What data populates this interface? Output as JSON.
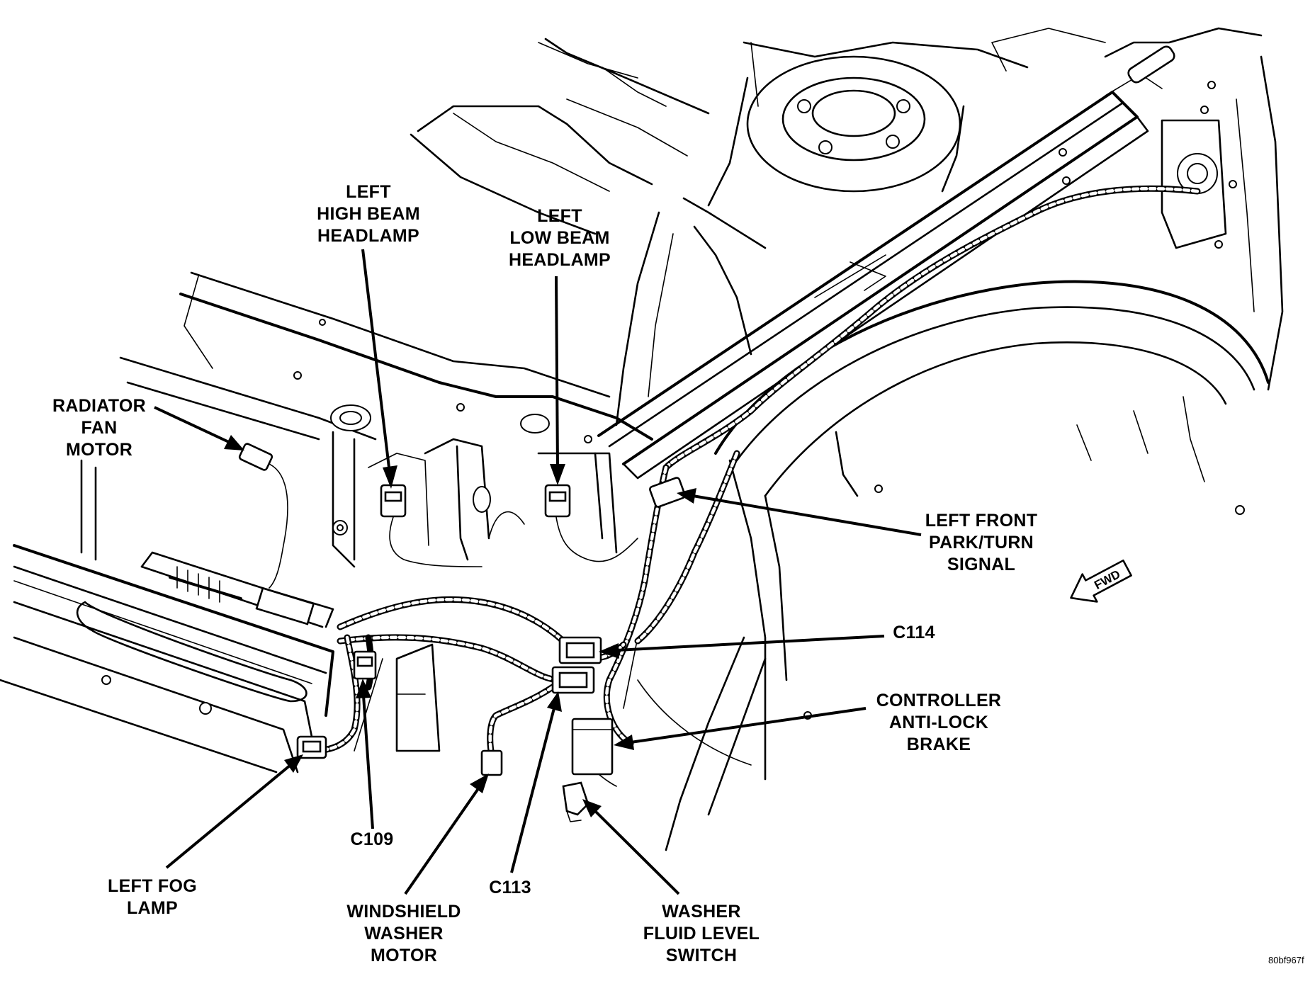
{
  "diagram": {
    "labels": {
      "left_high_beam_headlamp": [
        "LEFT",
        "HIGH BEAM",
        "HEADLAMP"
      ],
      "left_low_beam_headlamp": [
        "LEFT",
        "LOW BEAM",
        "HEADLAMP"
      ],
      "radiator_fan_motor": [
        "RADIATOR",
        "FAN",
        "MOTOR"
      ],
      "left_front_park_turn_signal": [
        "LEFT FRONT",
        "PARK/TURN",
        "SIGNAL"
      ],
      "c114": "C114",
      "controller_anti_lock_brake": [
        "CONTROLLER",
        "ANTI-LOCK",
        "BRAKE"
      ],
      "c109": "C109",
      "left_fog_lamp": [
        "LEFT FOG",
        "LAMP"
      ],
      "windshield_washer_motor": [
        "WINDSHIELD",
        "WASHER",
        "MOTOR"
      ],
      "c113": "C113",
      "washer_fluid_level_switch": [
        "WASHER",
        "FLUID LEVEL",
        "SWITCH"
      ]
    },
    "fwd_marker": "FWD",
    "figure_code": "80bf967f"
  }
}
